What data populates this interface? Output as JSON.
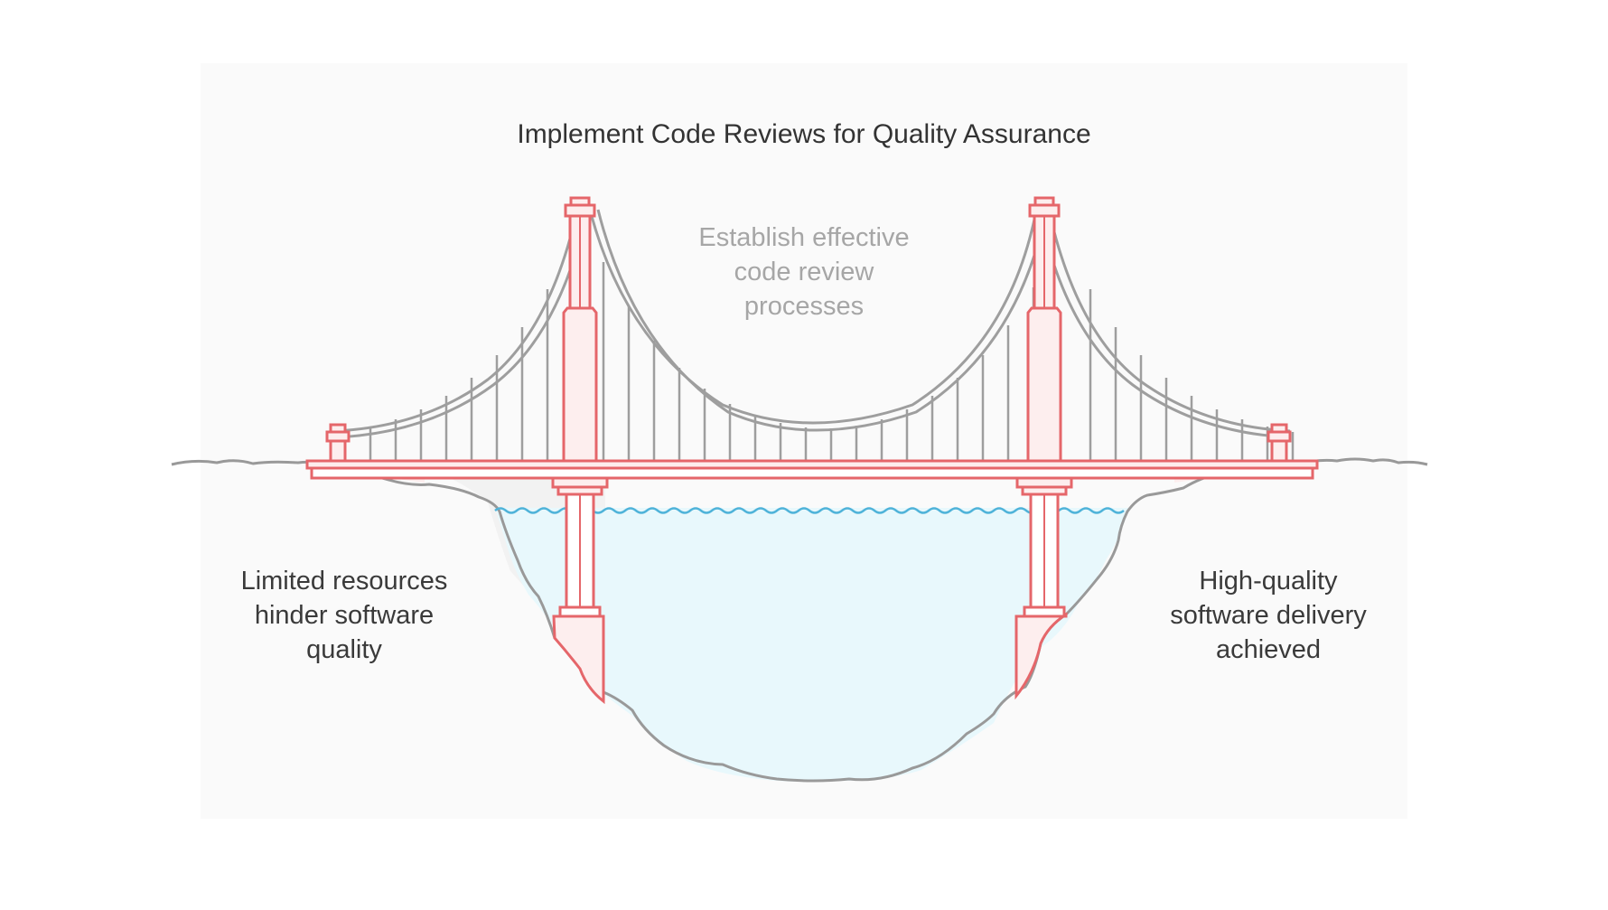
{
  "diagram": {
    "title": "Implement Code Reviews for Quality Assurance",
    "bridge_label": "Establish effective\ncode review\nprocesses",
    "left_label": "Limited resources\nhinder software\nquality",
    "right_label": "High-quality\nsoftware delivery\nachieved"
  },
  "colors": {
    "structure": "#e5666a",
    "structure_fill": "#fdeeee",
    "cable": "#9e9e9e",
    "water_fill": "#e8f8fc",
    "wave": "#4fb3d9",
    "ground_outline": "#999999",
    "ground_fill": "#f5f5f5"
  }
}
